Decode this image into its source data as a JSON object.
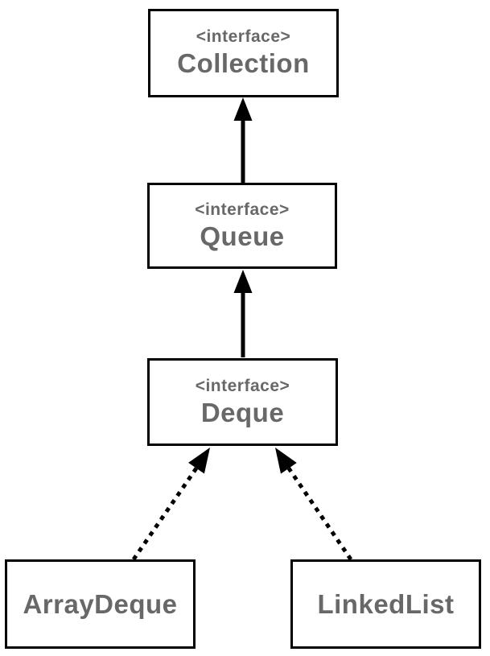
{
  "diagram": {
    "type": "uml-class-diagram",
    "subject": "Java Collections hierarchy",
    "colors": {
      "background": "#ffffff",
      "box_border": "#000000",
      "box_fill": "#ffffff",
      "text": "#686868",
      "arrow": "#000000"
    },
    "nodes": [
      {
        "id": "collection",
        "stereotype": "<interface>",
        "name": "Collection"
      },
      {
        "id": "queue",
        "stereotype": "<interface>",
        "name": "Queue"
      },
      {
        "id": "deque",
        "stereotype": "<interface>",
        "name": "Deque"
      },
      {
        "id": "arraydeque",
        "stereotype": "",
        "name": "ArrayDeque"
      },
      {
        "id": "linkedlist",
        "stereotype": "",
        "name": "LinkedList"
      }
    ],
    "edges": [
      {
        "from": "Queue",
        "to": "Collection",
        "relation": "extends",
        "line_style": "solid",
        "arrowhead": "filled-triangle"
      },
      {
        "from": "Deque",
        "to": "Queue",
        "relation": "extends",
        "line_style": "solid",
        "arrowhead": "filled-triangle"
      },
      {
        "from": "ArrayDeque",
        "to": "Deque",
        "relation": "implements",
        "line_style": "dashed",
        "arrowhead": "filled-triangle"
      },
      {
        "from": "LinkedList",
        "to": "Deque",
        "relation": "implements",
        "line_style": "dashed",
        "arrowhead": "filled-triangle"
      }
    ]
  }
}
